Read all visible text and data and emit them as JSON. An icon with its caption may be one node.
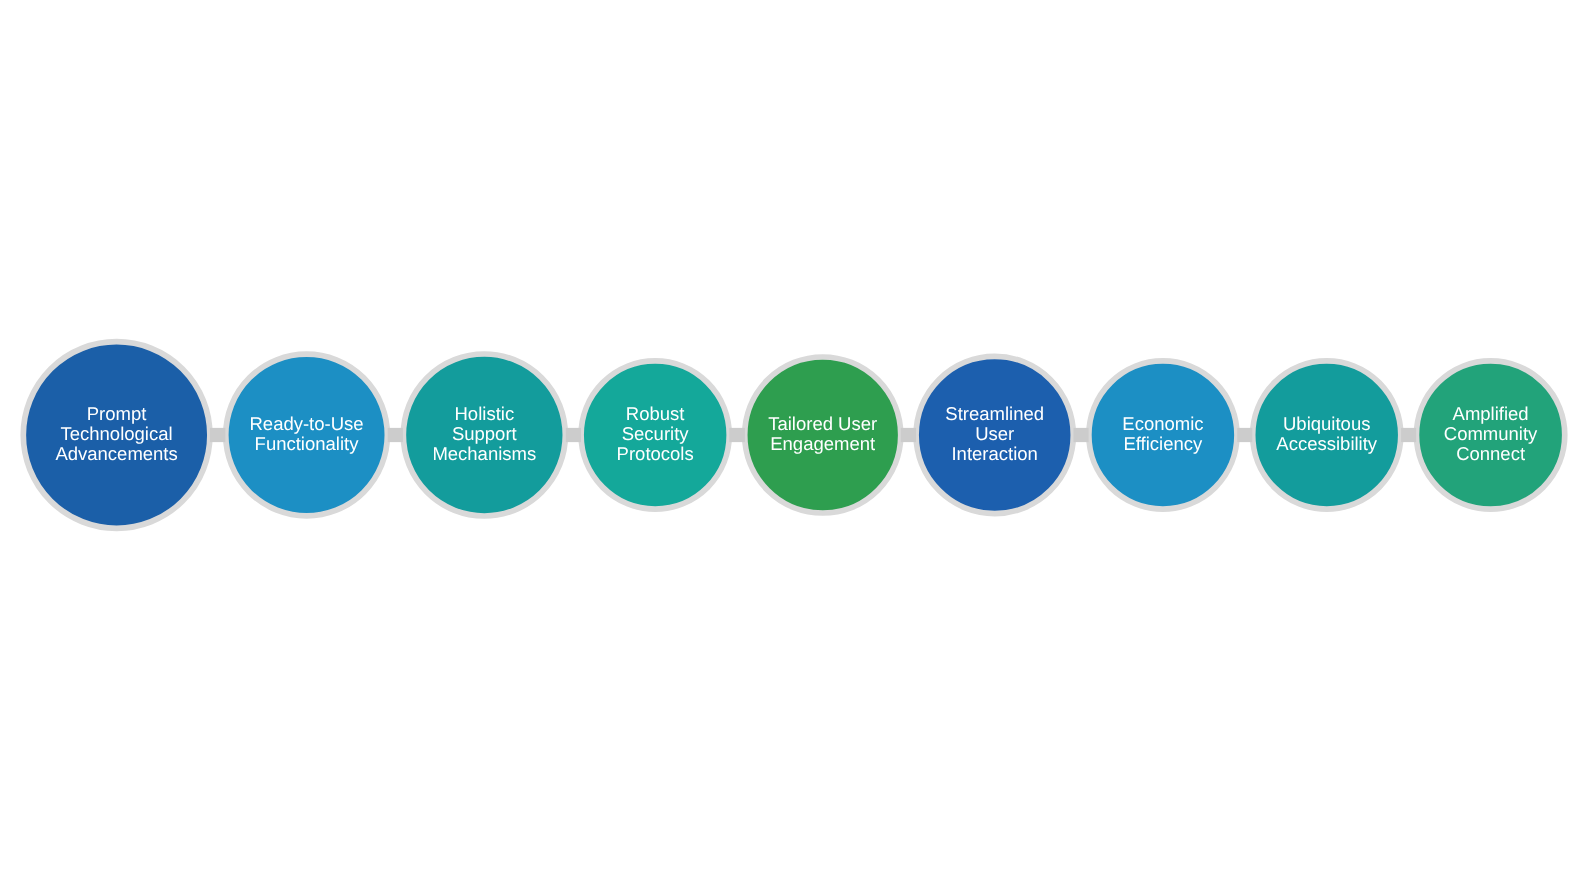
{
  "diagram": {
    "nodes": [
      {
        "text": [
          "Prompt Technological Advancements"
        ]
      },
      {
        "text": [
          "Ready-to-Use Functionality"
        ]
      },
      {
        "text": [
          "Holistic Support Mechanisms"
        ]
      },
      {
        "text": [
          "Robust Security Protocols"
        ]
      },
      {
        "text": [
          "Tailored User Engagement"
        ]
      },
      {
        "text": [
          "Streamlined User Interaction"
        ]
      },
      {
        "text": [
          "Economic Efficiency"
        ]
      },
      {
        "text": [
          "Ubiquitous Accessibility"
        ]
      },
      {
        "text": [
          "Amplified Community Connect"
        ]
      }
    ],
    "edges": [
      {
        "from": 0,
        "to": 1,
        "arrow": "none"
      },
      {
        "from": 1,
        "to": 2,
        "arrow": "none"
      },
      {
        "from": 2,
        "to": 3,
        "arrow": "none"
      },
      {
        "from": 3,
        "to": 4,
        "arrow": "none"
      },
      {
        "from": 4,
        "to": 5,
        "arrow": "none"
      },
      {
        "from": 5,
        "to": 6,
        "arrow": "none"
      },
      {
        "from": 6,
        "to": 7,
        "arrow": "none"
      },
      {
        "from": 7,
        "to": 8,
        "arrow": "none"
      }
    ]
  }
}
